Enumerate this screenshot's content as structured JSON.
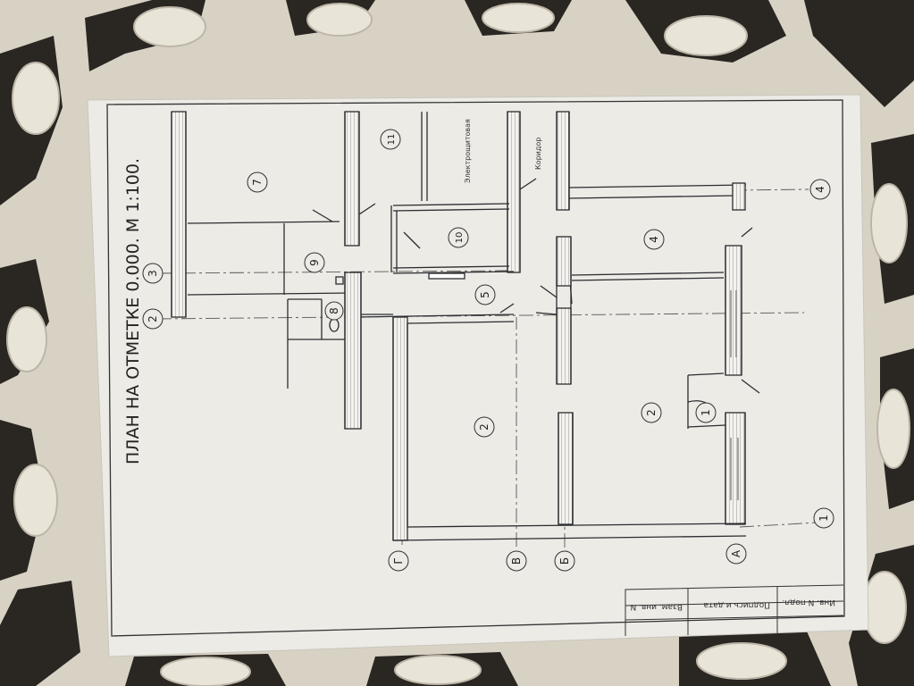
{
  "title": "ПЛАН НА ОТМЕТКЕ 0.000. М 1:100.",
  "grid_axes": {
    "letters": [
      "Г",
      "В",
      "Б",
      "А"
    ],
    "numbers": [
      "1",
      "2",
      "3",
      "4"
    ]
  },
  "rooms": [
    {
      "id": "room-1",
      "number": "1"
    },
    {
      "id": "room-2-left",
      "number": "2"
    },
    {
      "id": "room-2-right",
      "number": "2"
    },
    {
      "id": "room-4",
      "number": "4"
    },
    {
      "id": "room-5",
      "number": "5"
    },
    {
      "id": "room-7",
      "number": "7"
    },
    {
      "id": "room-8",
      "number": "8"
    },
    {
      "id": "room-9",
      "number": "9"
    },
    {
      "id": "room-10",
      "number": "10"
    },
    {
      "id": "room-11",
      "number": "11"
    }
  ],
  "labels": {
    "electrical_room": "Электрощитовая",
    "corridor": "Коридор"
  },
  "stamp": {
    "inv_no": "Инв. N подл.",
    "sign_date": "Подпись и дата",
    "replace_inv": "Взам. инв. N"
  },
  "colors": {
    "paper": "#ecebe6",
    "ink": "#2c2c30",
    "cloth": "#d9d3c6",
    "lace_holes": "#2a2622"
  }
}
